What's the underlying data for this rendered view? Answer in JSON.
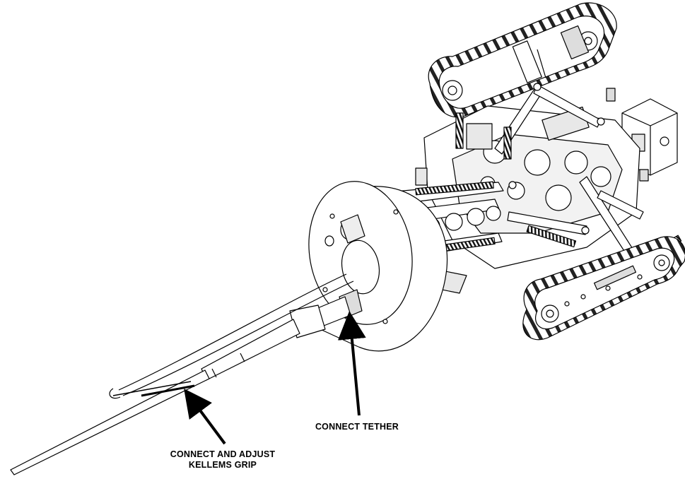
{
  "callouts": {
    "connect_tether": "CONNECT TETHER",
    "kellems_line1": "CONNECT AND ADJUST",
    "kellems_line2": "KELLEMS GRIP"
  },
  "colors": {
    "line": "#000000",
    "fill": "#ffffff",
    "shade": "#d9d9d9",
    "dark": "#1a1a1a"
  }
}
